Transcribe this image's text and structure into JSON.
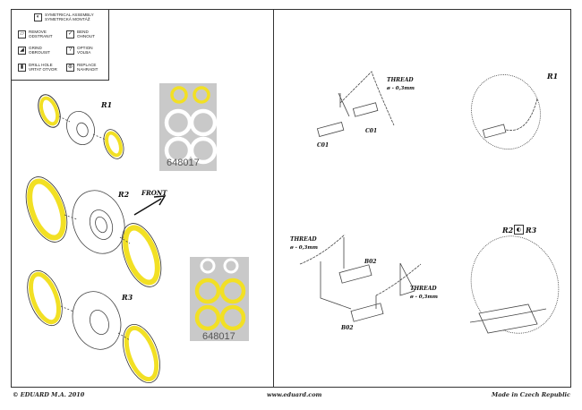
{
  "legend": [
    {
      "icon": "symmetry-icon",
      "line1": "SYMETRICAL ASSEMBLY",
      "line2": "SYMETRICKÁ MONTÁŽ"
    },
    {
      "icon": "remove-icon",
      "line1": "REMOVE",
      "line2": "ODSTRANIT"
    },
    {
      "icon": "bend-icon",
      "line1": "BEND",
      "line2": "OHNOUT"
    },
    {
      "icon": "grind-icon",
      "line1": "GRIND",
      "line2": "OBROUSIT"
    },
    {
      "icon": "option-icon",
      "line1": "OPTION",
      "line2": "VOLBA"
    },
    {
      "icon": "drill-icon",
      "line1": "DRILL HOLE",
      "line2": "VRTAT OTVOR"
    },
    {
      "icon": "replace-icon",
      "line1": "REPLACE",
      "line2": "NAHRADIT"
    }
  ],
  "option_glyph": "?",
  "left": {
    "r1": "R1",
    "r2": "R2",
    "r3": "R3",
    "front": "FRONT",
    "fret1_code": "648017",
    "fret2_code": "648017"
  },
  "right": {
    "thread": "THREAD",
    "thread_dia": "ø - 0,3mm",
    "c01": "C01",
    "b02": "B02",
    "r1": "R1",
    "r2": "R2",
    "r3": "R3"
  },
  "colors": {
    "mask_yellow": "#f2e024",
    "fret_grey": "#c9c9c9"
  },
  "footer": {
    "left": "© EDUARD  M.A. 2010",
    "center": "www.eduard.com",
    "right": "Made in Czech Republic"
  }
}
